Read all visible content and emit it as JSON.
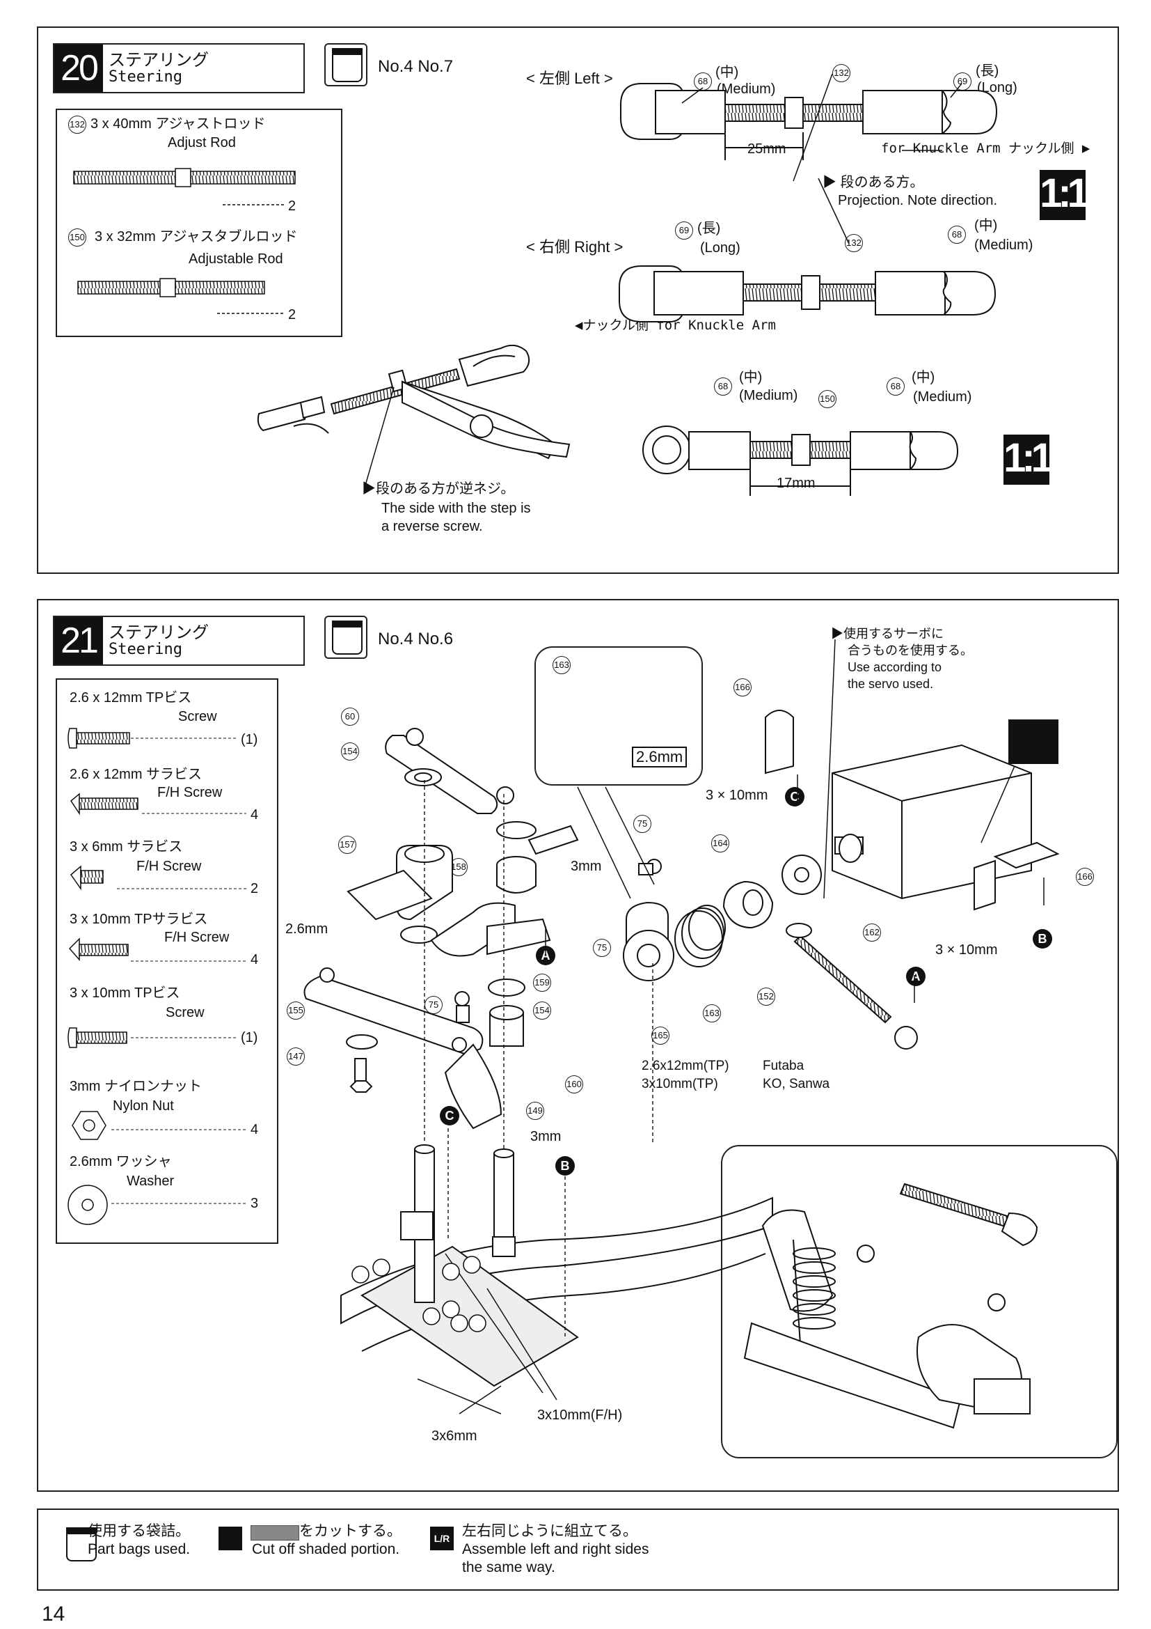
{
  "step20": {
    "number": "20",
    "title_jp": "ステアリング",
    "title_en": "Steering",
    "bags": "No.4  No.7",
    "parts": [
      {
        "id": "132",
        "name_jp": "3 x 40mm  アジャストロッド",
        "name_en": "Adjust Rod",
        "qty": "2"
      },
      {
        "id": "150",
        "name_jp": "3 x 32mm  アジャスタブルロッド",
        "name_en": "Adjustable Rod",
        "qty": "2"
      }
    ],
    "left_label": "< 左側    Left >",
    "right_label": "< 右側    Right >",
    "medium_jp": "(中)",
    "medium_en": "(Medium)",
    "long_jp": "(長)",
    "long_en": "(Long)",
    "len_25": "25mm",
    "len_17": "17mm",
    "for_knuckle_right": "for Knuckle Arm ナックル側 ▶",
    "for_knuckle_left": "◀ナックル側 for Knuckle Arm",
    "projection_jp": "▶ 段のある方。",
    "projection_en": "Projection. Note direction.",
    "reverse_jp": "▶段のある方が逆ネジ。",
    "reverse_en1": "The side with the step is",
    "reverse_en2": "a reverse screw.",
    "scale": "1:1",
    "callouts": {
      "c68": "68",
      "c69": "69",
      "c132": "132",
      "c150": "150"
    }
  },
  "step21": {
    "number": "21",
    "title_jp": "ステアリング",
    "title_en": "Steering",
    "bags": "No.4  No.6",
    "parts": [
      {
        "name_jp": "2.6 x 12mm TPビス",
        "name_en": "Screw",
        "qty": "(1)"
      },
      {
        "name_jp": "2.6 x 12mm サラビス",
        "name_en": "F/H Screw",
        "qty": "4"
      },
      {
        "name_jp": "3 x 6mm サラビス",
        "name_en": "F/H Screw",
        "qty": "2"
      },
      {
        "name_jp": "3 x 10mm TPサラビス",
        "name_en": "F/H Screw",
        "qty": "4"
      },
      {
        "name_jp": "3 x 10mm TPビス",
        "name_en": "Screw",
        "qty": "(1)"
      },
      {
        "name_jp": "3mm ナイロンナット",
        "name_en": "Nylon Nut",
        "qty": "4"
      },
      {
        "name_jp": "2.6mm ワッシャ",
        "name_en": "Washer",
        "qty": "3"
      }
    ],
    "servo_note_jp1": "▶使用するサーボに",
    "servo_note_jp2": "合うものを使用する。",
    "servo_note_en1": "Use according to",
    "servo_note_en2": "the servo used.",
    "cut_size": "2.6mm",
    "labels": {
      "screw_3x10_top": "3 × 10mm",
      "screw_3x10_bottom": "3 × 10mm",
      "mm3_a": "3mm",
      "mm3_b": "3mm",
      "mm26": "2.6mm",
      "futaba_screw": "2.6x12mm(TP)",
      "futaba": "Futaba",
      "ko_screw": "3x10mm(TP)",
      "ko": "KO, Sanwa",
      "fh3x10": "3x10mm(F/H)",
      "fh3x6": "3x6mm"
    },
    "letters": {
      "a": "A",
      "b": "B",
      "c": "C"
    },
    "callouts": [
      "60",
      "154",
      "157",
      "158",
      "75",
      "155",
      "147",
      "159",
      "154",
      "160",
      "149",
      "163",
      "165",
      "164",
      "162",
      "152",
      "166",
      "166",
      "163",
      "75"
    ]
  },
  "legend": {
    "bag_jp": "使用する袋詰。",
    "bag_en": "Part bags used.",
    "cut_jp": "をカットする。",
    "cut_en": "Cut off shaded portion.",
    "lr_jp": "左右同じように組立てる。",
    "lr_en1": "Assemble left and right sides",
    "lr_en2": "the same way."
  },
  "page_number": "14"
}
